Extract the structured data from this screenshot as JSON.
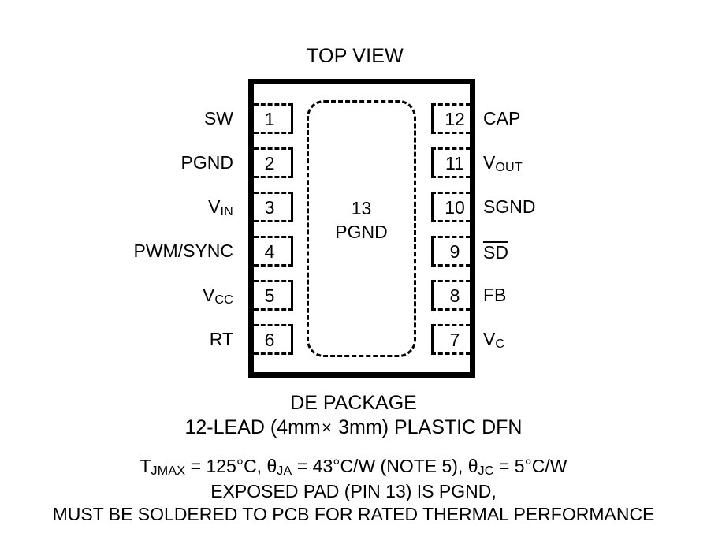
{
  "diagram": {
    "title": "TOP VIEW",
    "exposed_pad": {
      "number": "13",
      "name": "PGND"
    },
    "pins_left": [
      {
        "number": "1",
        "label_main": "SW",
        "label_sub": "",
        "overline": false
      },
      {
        "number": "2",
        "label_main": "PGND",
        "label_sub": "",
        "overline": false
      },
      {
        "number": "3",
        "label_main": "V",
        "label_sub": "IN",
        "overline": false
      },
      {
        "number": "4",
        "label_main": "PWM/SYNC",
        "label_sub": "",
        "overline": false
      },
      {
        "number": "5",
        "label_main": "V",
        "label_sub": "CC",
        "overline": false
      },
      {
        "number": "6",
        "label_main": "RT",
        "label_sub": "",
        "overline": false
      }
    ],
    "pins_right": [
      {
        "number": "12",
        "label_main": "CAP",
        "label_sub": "",
        "overline": false
      },
      {
        "number": "11",
        "label_main": "V",
        "label_sub": "OUT",
        "overline": false
      },
      {
        "number": "10",
        "label_main": "SGND",
        "label_sub": "",
        "overline": false
      },
      {
        "number": "9",
        "label_main": "SD",
        "label_sub": "",
        "overline": true
      },
      {
        "number": "8",
        "label_main": "FB",
        "label_sub": "",
        "overline": false
      },
      {
        "number": "7",
        "label_main": "V",
        "label_sub": "C",
        "overline": false
      }
    ]
  },
  "caption": {
    "package_name": "DE PACKAGE",
    "package_desc_prefix": "12-LEAD (4mm",
    "package_desc_times": "×",
    "package_desc_suffix": "3mm) PLASTIC DFN"
  },
  "thermal": {
    "tj_symbol": "T",
    "tj_sub": "JMAX",
    "tj_value": " = 125°C, ",
    "theta_ja_symbol": "θ",
    "theta_ja_sub": "JA",
    "theta_ja_value": " = 43°C/W (NOTE 5), ",
    "theta_jc_symbol": "θ",
    "theta_jc_sub": "JC",
    "theta_jc_value": " = 5°C/W",
    "line2": "EXPOSED PAD (PIN 13) IS PGND,",
    "line3": "MUST BE SOLDERED TO PCB FOR RATED THERMAL PERFORMANCE"
  },
  "colors": {
    "ink": "#000000",
    "background": "#ffffff"
  }
}
